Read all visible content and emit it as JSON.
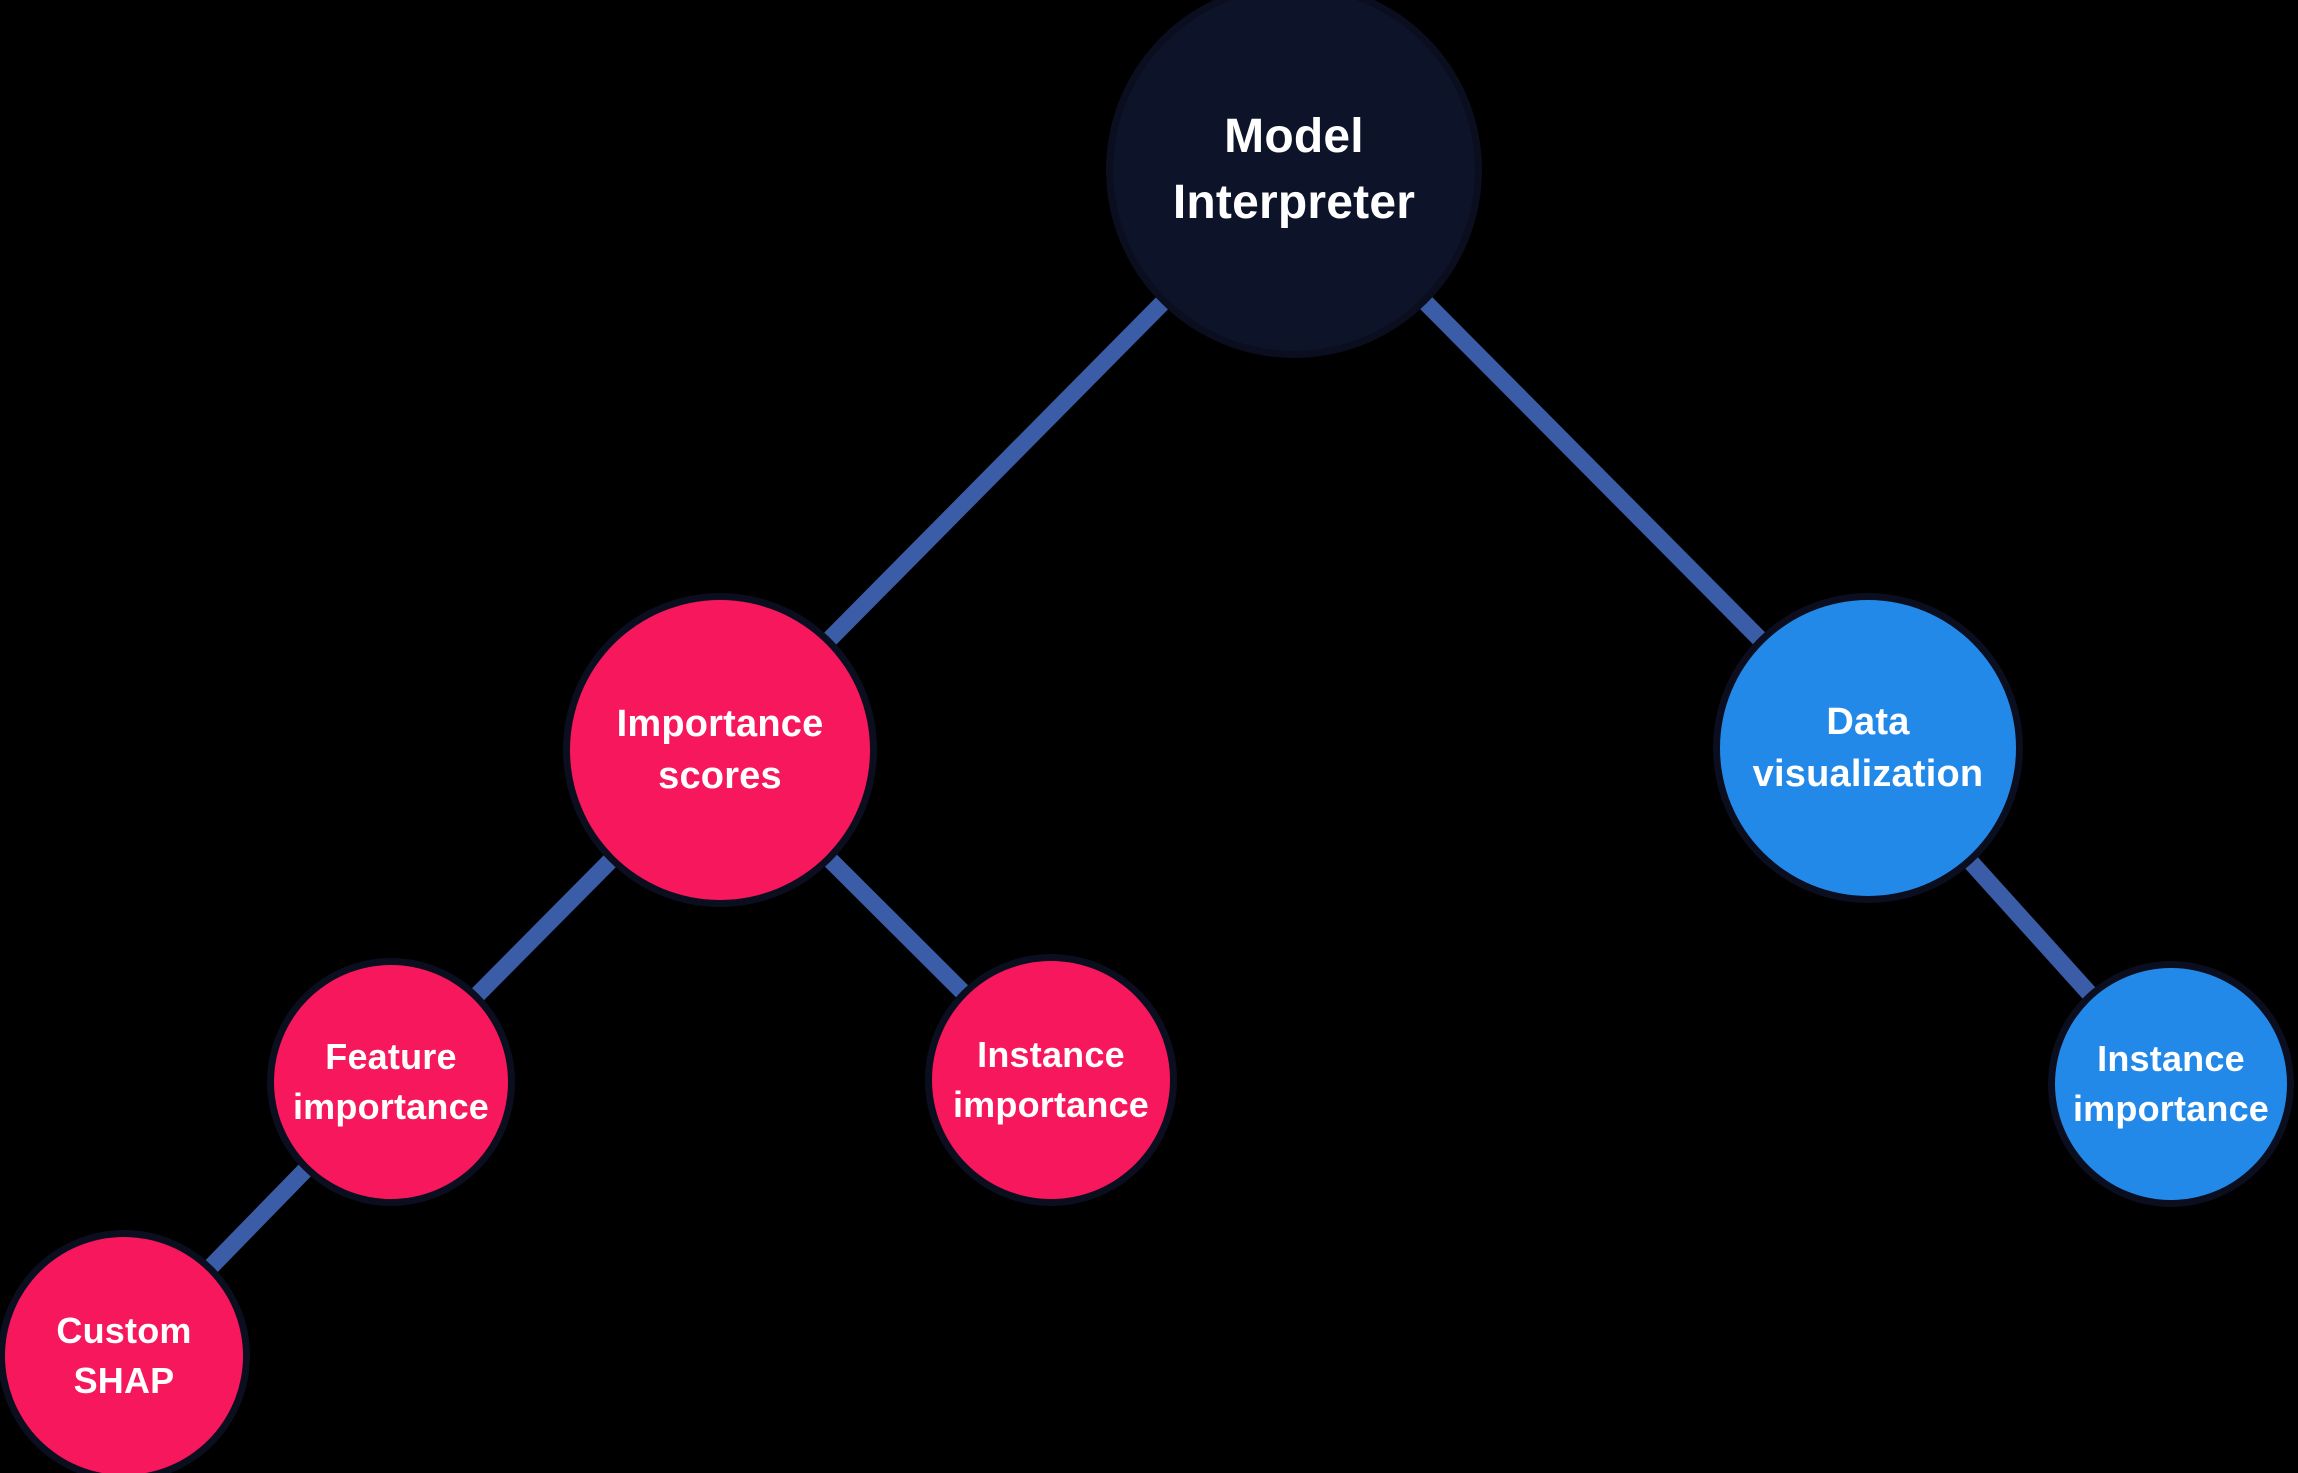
{
  "diagram": {
    "type": "mindmap-tree",
    "background": "#000000",
    "edge_color": "#3b5ca6",
    "node_text_color": "#ffffff",
    "nodes": [
      {
        "id": "model-interpreter",
        "label": "Model\nInterpreter",
        "fill": "#0d1328",
        "text_color": "#ffffff",
        "level": "root"
      },
      {
        "id": "importance-scores",
        "label": "Importance\nscores",
        "fill": "#f6175c",
        "text_color": "#ffffff",
        "level": "branch"
      },
      {
        "id": "data-visualization",
        "label": "Data\nvisualization",
        "fill": "#2289e8",
        "text_color": "#ffffff",
        "level": "branch"
      },
      {
        "id": "feature-importance",
        "label": "Feature\nimportance",
        "fill": "#f6175c",
        "text_color": "#ffffff",
        "level": "leaf"
      },
      {
        "id": "instance-importance-left",
        "label": "Instance\nimportance",
        "fill": "#f6175c",
        "text_color": "#ffffff",
        "level": "leaf"
      },
      {
        "id": "instance-importance-right",
        "label": "Instance\nimportance",
        "fill": "#2289e8",
        "text_color": "#ffffff",
        "level": "leaf"
      },
      {
        "id": "custom-shap",
        "label": "Custom\nSHAP",
        "fill": "#f6175c",
        "text_color": "#ffffff",
        "level": "leaf"
      }
    ],
    "edges": [
      {
        "from": "model-interpreter",
        "to": "importance-scores"
      },
      {
        "from": "model-interpreter",
        "to": "data-visualization"
      },
      {
        "from": "importance-scores",
        "to": "feature-importance"
      },
      {
        "from": "importance-scores",
        "to": "instance-importance-left"
      },
      {
        "from": "data-visualization",
        "to": "instance-importance-right"
      },
      {
        "from": "feature-importance",
        "to": "custom-shap"
      }
    ]
  }
}
